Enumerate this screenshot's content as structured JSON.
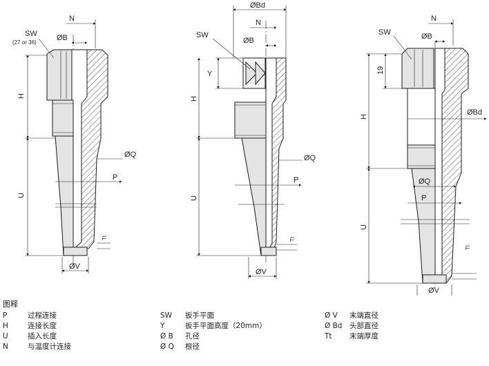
{
  "labels": {
    "sw": "SW",
    "sw_note": "(27 or 36)",
    "n": "N",
    "phi_b": "ØB",
    "phi_bd": "ØBd",
    "phi_q": "ØQ",
    "phi_v": "ØV",
    "h": "H",
    "u": "U",
    "p": "P",
    "y": "Y",
    "tt": "Tt",
    "nineteen": "19"
  },
  "legend": {
    "title": "图释",
    "columns": [
      [
        {
          "symbol": "P",
          "text": "过程连接"
        },
        {
          "symbol": "H",
          "text": "连接长度"
        },
        {
          "symbol": "U",
          "text": "插入长度"
        },
        {
          "symbol": "N",
          "text": "与温度计连接"
        }
      ],
      [
        {
          "symbol": "SW",
          "text": "扳手平面"
        },
        {
          "symbol": "Y",
          "text": "扳手平面高度（20mm）"
        },
        {
          "symbol": "Ø B",
          "text": "孔径"
        },
        {
          "symbol": "Ø Q",
          "text": "根径"
        }
      ],
      [
        {
          "symbol": "Ø V",
          "text": "末端直径"
        },
        {
          "symbol": "Ø Bd",
          "text": "头部直径"
        },
        {
          "symbol": "Tt",
          "text": "末端厚度"
        }
      ]
    ]
  }
}
